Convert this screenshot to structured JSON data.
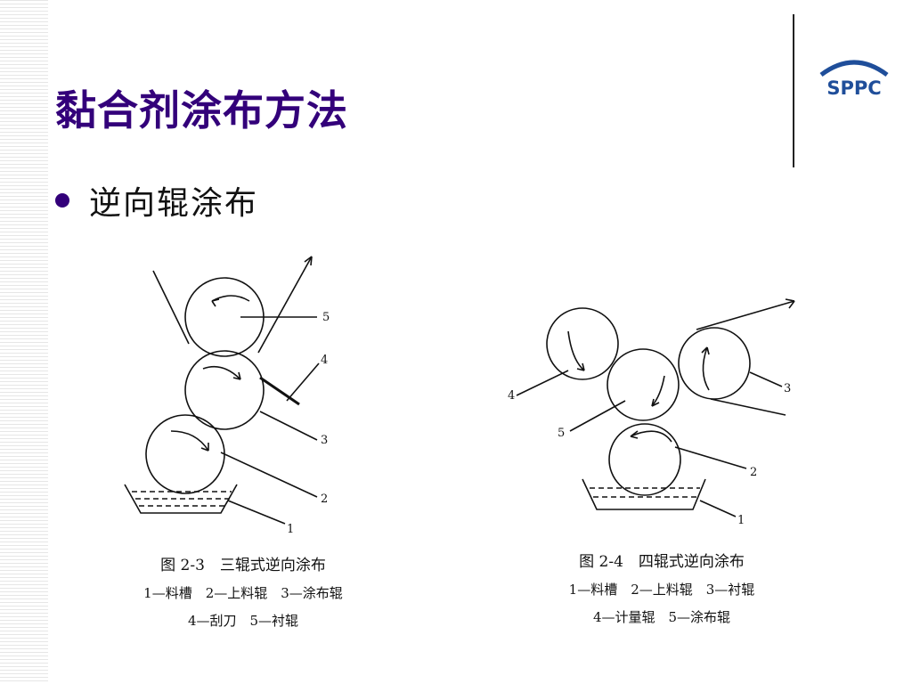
{
  "slide": {
    "title": "黏合剂涂布方法",
    "bullet": "逆向辊涂布",
    "logo_text": "SPPC"
  },
  "figures": [
    {
      "labels": [
        "1",
        "2",
        "3",
        "4",
        "5"
      ],
      "caption": "图 2-3　三辊式逆向涂布",
      "legend_line1": "1—料槽　2—上料辊　3—涂布辊",
      "legend_line2": "4—刮刀　5—衬辊"
    },
    {
      "labels": [
        "1",
        "2",
        "3",
        "4",
        "5"
      ],
      "caption": "图 2-4　四辊式逆向涂布",
      "legend_line1": "1—料槽　2—上料辊　3—衬辊",
      "legend_line2": "4—计量辊　5—涂布辊"
    }
  ],
  "colors": {
    "title": "#33007a",
    "bullet": "#33007a",
    "logo": "#1f4e9a"
  },
  "icons": [
    "spc-logo-icon",
    "bullet-dot-icon"
  ]
}
